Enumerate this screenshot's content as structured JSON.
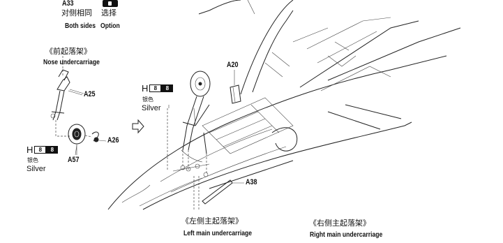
{
  "top_note": {
    "part": "A33",
    "both_sides_cn": "对侧相同",
    "both_sides_en": "Both sides",
    "option_cn": "选择",
    "option_en": "Option"
  },
  "nose_gear": {
    "title_cn": "《前起落架》",
    "title_en": "Nose undercarriage",
    "parts": [
      "A25",
      "A26",
      "A57"
    ],
    "paint": {
      "letter": "H",
      "swatch_white": "8",
      "swatch_black": "8",
      "color_cn": "银色",
      "color_en": "Silver"
    }
  },
  "main_view": {
    "paint": {
      "letter": "H",
      "swatch_white": "8",
      "swatch_black": "8",
      "color_cn": "银色",
      "color_en": "Silver"
    },
    "parts": [
      "A20",
      "A38"
    ]
  },
  "bottom_titles": {
    "left_cn": "《左侧主起落架》",
    "left_en": "Left main undercarriage",
    "right_cn": "《右侧主起落架》",
    "right_en": "Right main undercarriage"
  },
  "colors": {
    "ink": "#111111",
    "paper": "#ffffff"
  },
  "icons": [
    "arrow-right-icon",
    "option-icon"
  ]
}
